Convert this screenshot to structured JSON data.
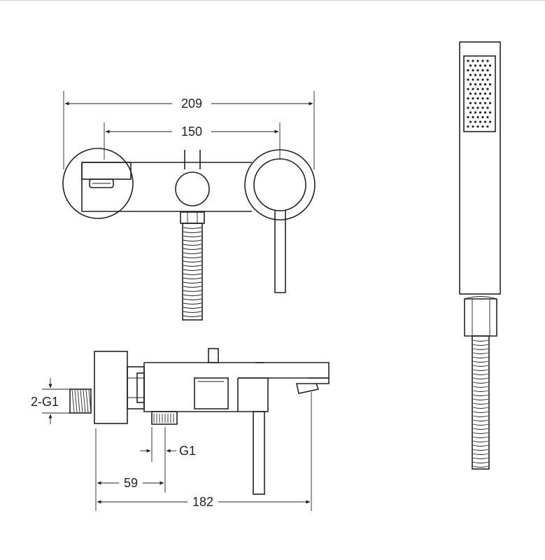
{
  "dimensions": {
    "overall_width": "209",
    "center_distance": "150",
    "outlet_thread": "2-G1",
    "hose_thread": "G1",
    "wall_to_outlet": "59",
    "projection": "182"
  },
  "colors": {
    "line": "#222222",
    "background": "#ffffff"
  }
}
